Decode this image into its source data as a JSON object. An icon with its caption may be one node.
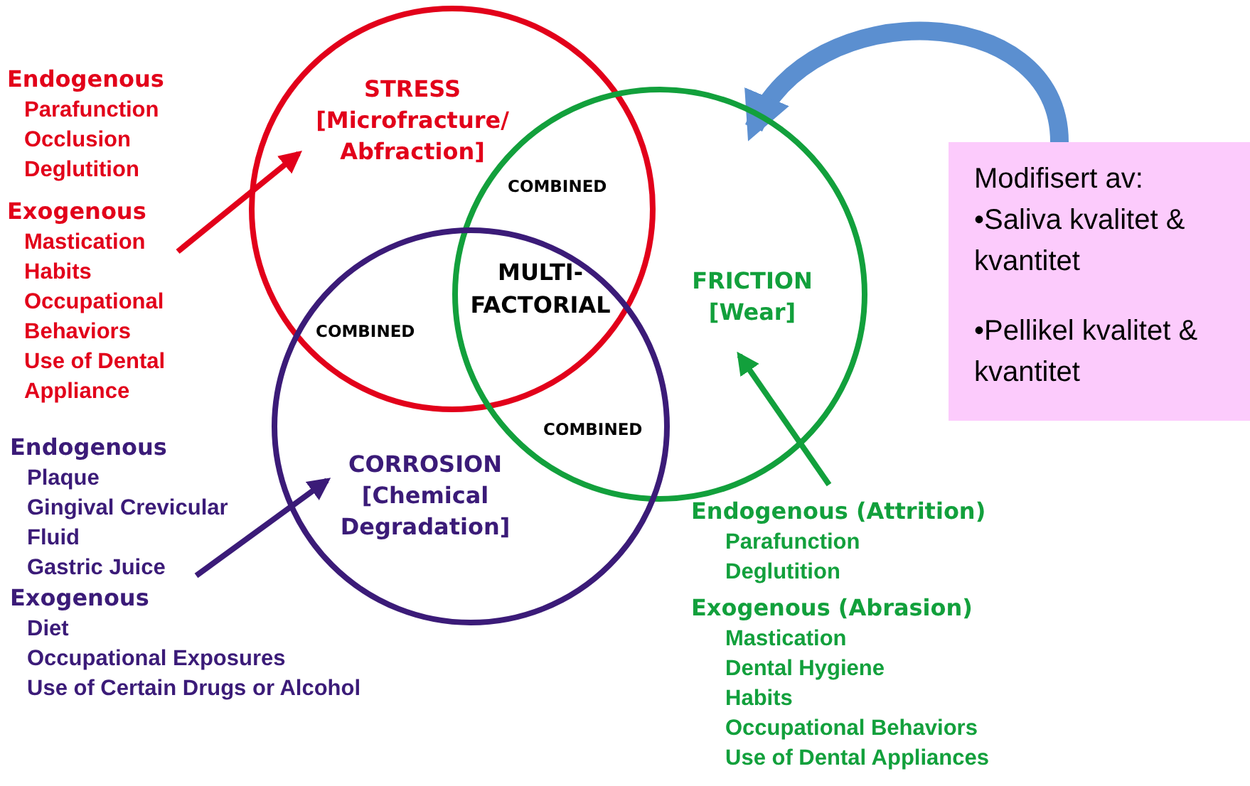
{
  "diagram": {
    "nodes": [
      {
        "text": [
          "STRESS",
          "[Microfracture/ Abfraction]"
        ]
      },
      {
        "text": [
          "FRICTION",
          "[Wear]"
        ]
      },
      {
        "text": [
          "CORROSION",
          "[Chemical Degradation]"
        ]
      },
      {
        "text": [
          "Endogenous",
          "Parafunction",
          "Occlusion",
          "Deglutition",
          "Exogenous",
          "Mastication",
          "Habits",
          "Occupational Behaviors",
          "Use of Dental Appliance"
        ]
      },
      {
        "text": [
          "Endogenous",
          "Plaque",
          "Gingival Crevicular Fluid",
          "Gastric Juice",
          "Exogenous",
          "Diet",
          "Occupational Exposures",
          "Use of Certain Drugs or Alcohol"
        ]
      },
      {
        "text": [
          "Endogenous (Attrition)",
          "Parafunction",
          "Deglutition",
          "Exogenous (Abrasion)",
          "Mastication",
          "Dental Hygiene",
          "Habits",
          "Occupational Behaviors",
          "Use of Dental Appliances"
        ]
      },
      {
        "text": [
          "Modifisert av:",
          "•Saliva kvalitet & kvantitet",
          "•Pellikel kvalitet & kvantitet"
        ]
      }
    ],
    "edges": [
      {
        "from": 3,
        "to": 0,
        "arrow": "to",
        "color": "#e2001a"
      },
      {
        "from": 4,
        "to": 2,
        "arrow": "to",
        "color": "#3b1b78"
      },
      {
        "from": 5,
        "to": 1,
        "arrow": "to",
        "color": "#12a03c"
      },
      {
        "from": 6,
        "to": 1,
        "arrow": "to",
        "style": "thick",
        "color": "#5b8fd0"
      }
    ],
    "labels": [
      "COMBINED",
      "MULTI-FACTORIAL",
      "COMBINED",
      "COMBINED"
    ]
  }
}
